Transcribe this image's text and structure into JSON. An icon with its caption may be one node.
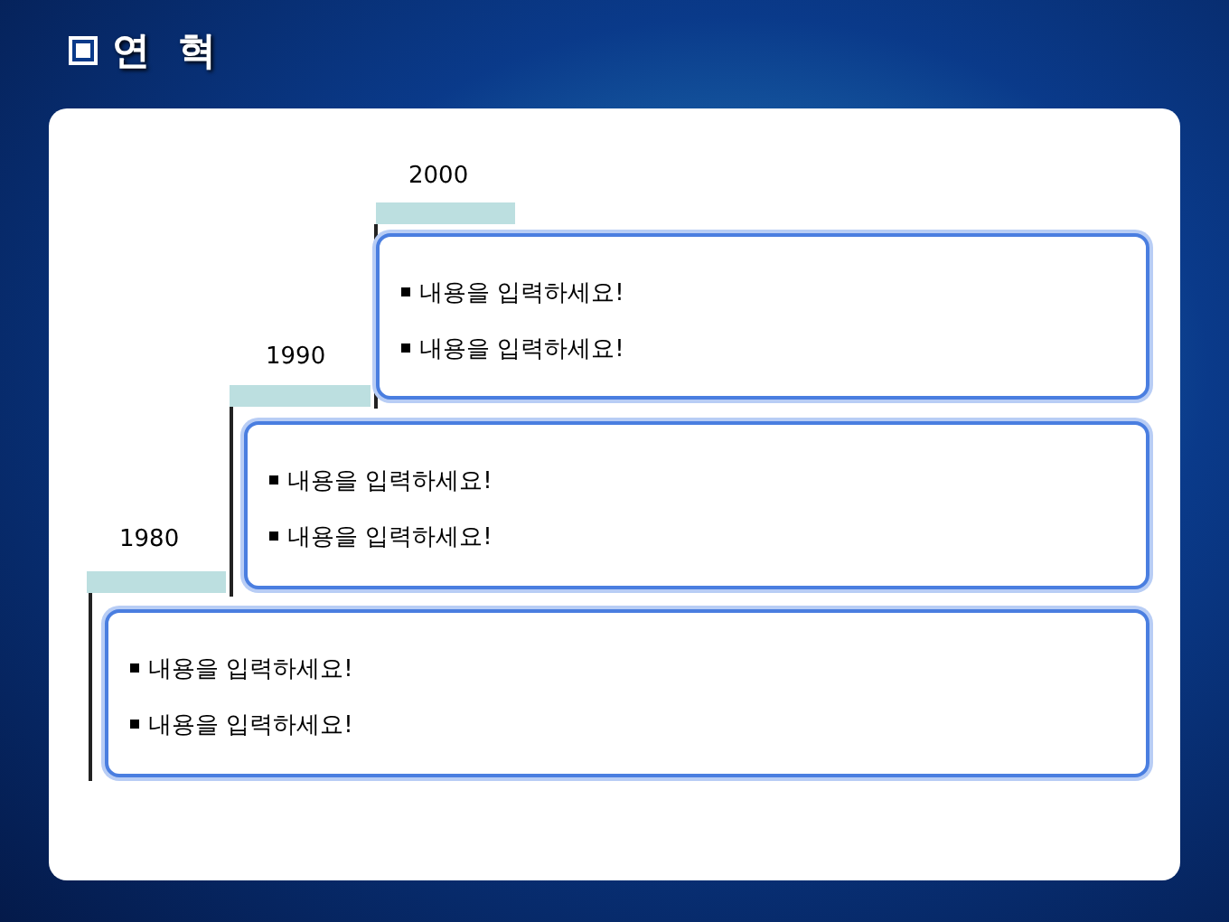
{
  "diagram": {
    "title": "연 혁",
    "nodes": [
      {
        "text": [
          "내용을 입력하세요!",
          "내용을 입력하세요!"
        ],
        "beside": [
          "2000"
        ]
      },
      {
        "text": [
          "내용을 입력하세요!",
          "내용을 입력하세요!"
        ],
        "beside": [
          "1990"
        ]
      },
      {
        "text": [
          "내용을 입력하세요!",
          "내용을 입력하세요!"
        ],
        "beside": [
          "1980"
        ]
      }
    ]
  }
}
